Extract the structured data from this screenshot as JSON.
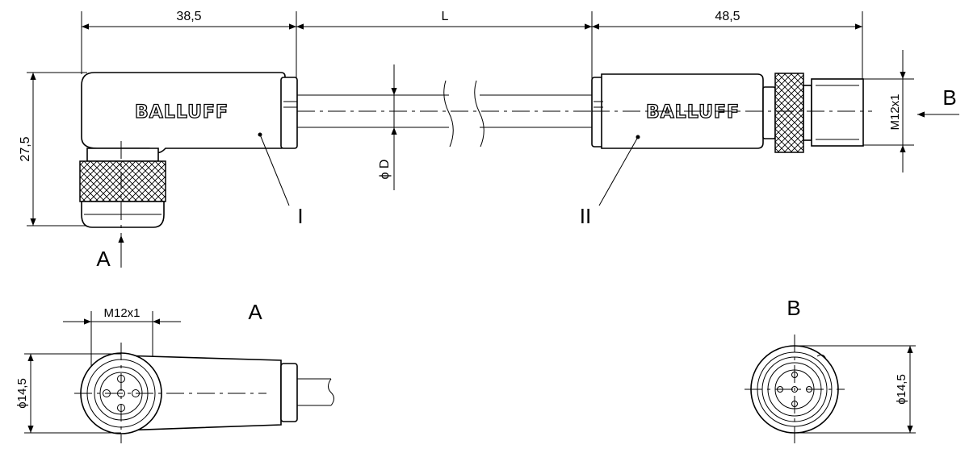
{
  "dimensions": {
    "left_length": "38,5",
    "cable_length": "L",
    "right_length": "48,5",
    "height": "27,5",
    "diameter_d": "ϕ D",
    "thread_b": "M12x1",
    "thread_a": "M12x1",
    "diameter_a": "ϕ14,5",
    "diameter_b": "ϕ14,5"
  },
  "brand": {
    "left": "BALLUFF",
    "right": "BALLUFF"
  },
  "callouts": {
    "part_one": "I",
    "part_two": "II"
  },
  "views": {
    "arrow_a": "A",
    "arrow_b": "B",
    "view_a_title": "A",
    "view_b_title": "B"
  }
}
